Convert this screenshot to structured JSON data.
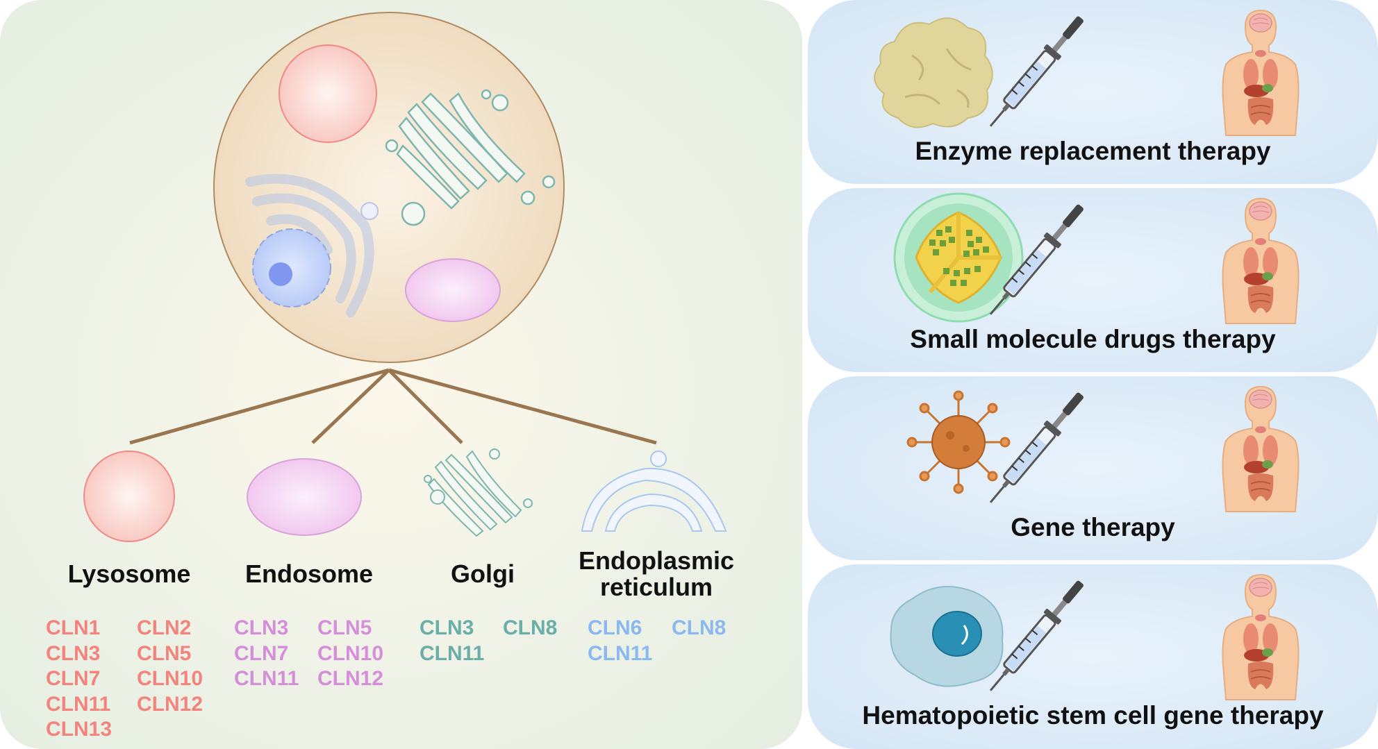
{
  "organelles": [
    {
      "name": "Lysosome",
      "color": "#f2847d",
      "genes": [
        [
          "CLN1",
          "CLN3",
          "CLN7",
          "CLN11",
          "CLN13"
        ],
        [
          "CLN2",
          "CLN5",
          "CLN10",
          "CLN12"
        ]
      ]
    },
    {
      "name": "Endosome",
      "color": "#d58ed9",
      "genes": [
        [
          "CLN3",
          "CLN7",
          "CLN11"
        ],
        [
          "CLN5",
          "CLN10",
          "CLN12"
        ]
      ]
    },
    {
      "name": "Golgi",
      "color": "#6aaea7",
      "genes": [
        [
          "CLN3",
          "CLN11"
        ],
        [
          "CLN8"
        ]
      ]
    },
    {
      "name": "Endoplasmic reticulum",
      "color": "#8cb8f0",
      "genes": [
        [
          "CLN6",
          "CLN11"
        ],
        [
          "CLN8"
        ]
      ]
    }
  ],
  "org_labels": [
    "Lysosome",
    "Endosome",
    "Golgi",
    "Endoplasmic\nreticulum"
  ],
  "therapies": [
    {
      "label": "Enzyme replacement therapy",
      "icon": "enzyme-icon"
    },
    {
      "label": "Small molecule drugs therapy",
      "icon": "small-molecule-icon"
    },
    {
      "label": "Gene therapy",
      "icon": "virus-vector-icon"
    },
    {
      "label": "Hematopoietic stem cell gene therapy",
      "icon": "stem-cell-icon"
    }
  ],
  "colors": {
    "lysosome": "#f2847d",
    "endosome": "#d58ed9",
    "golgi": "#6aaea7",
    "er": "#8cb8f0",
    "branch_line": "#9a7650"
  }
}
